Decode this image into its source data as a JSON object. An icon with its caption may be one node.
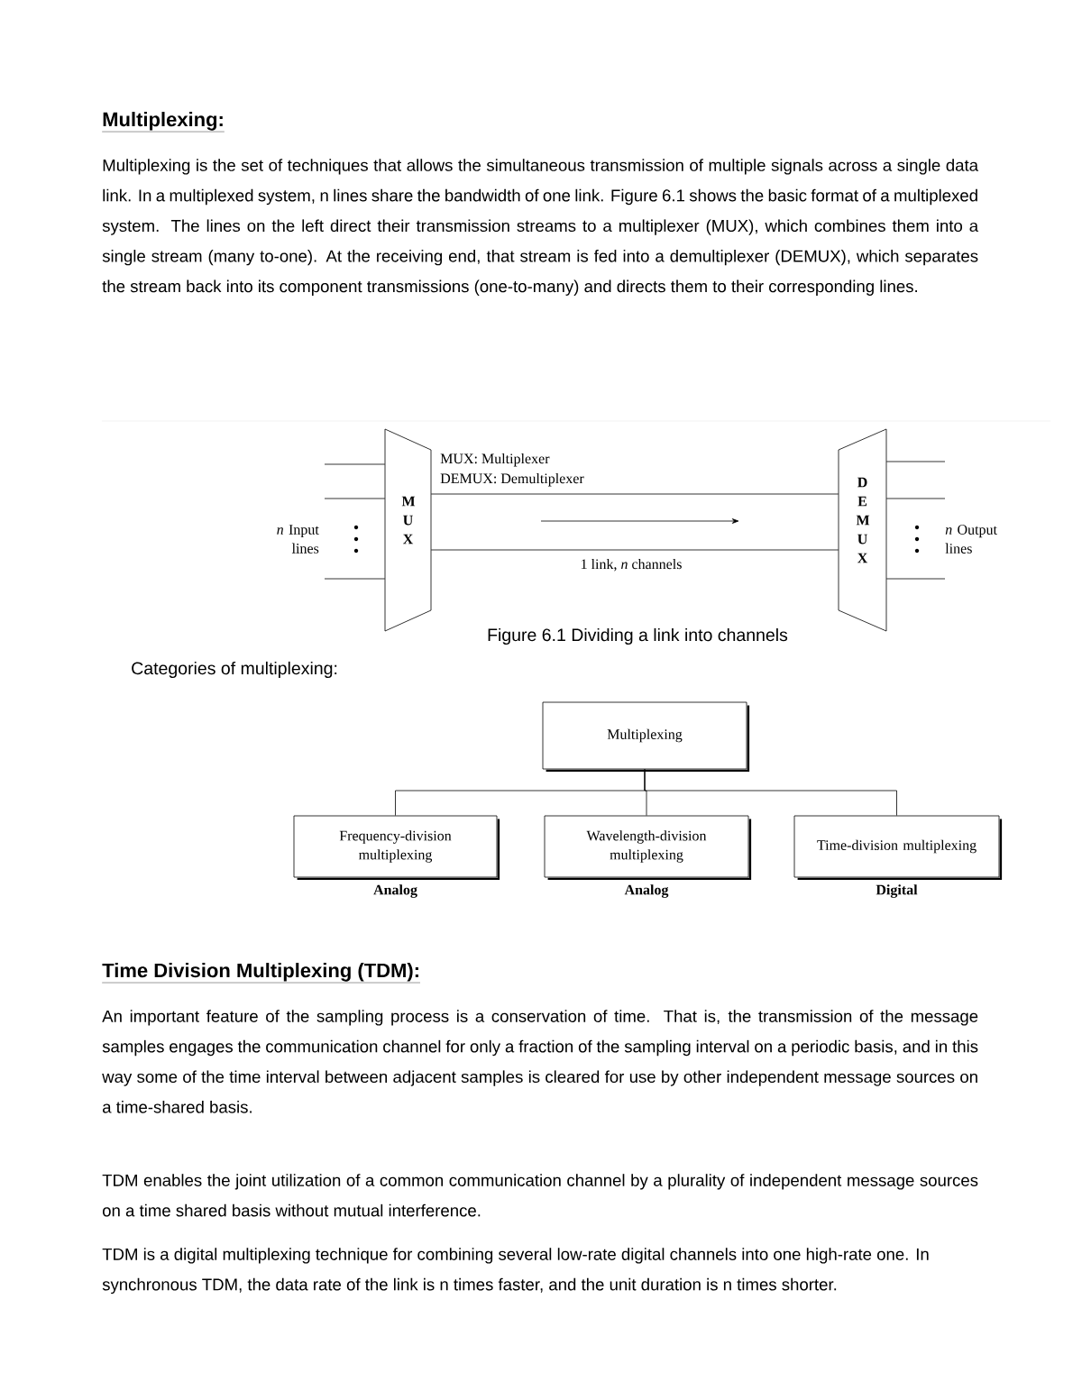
{
  "diagram": {
    "title": "Multiplexing:",
    "caption": "Figure 6.1 Dividing a link into channels",
    "nodes": [
      {
        "text": [
          "M U X"
        ]
      },
      {
        "text": [
          "D E M U X"
        ]
      },
      {
        "text": [
          "Multiplexing"
        ]
      },
      {
        "text": [
          "Frequency-division multiplexing"
        ],
        "beside": [
          "Analog"
        ]
      },
      {
        "text": [
          "Wavelength-division multiplexing"
        ],
        "beside": [
          "Analog"
        ]
      },
      {
        "text": [
          "Time-division multiplexing"
        ],
        "beside": [
          "Digital"
        ]
      }
    ],
    "edges": [
      {
        "from": null,
        "to": 0,
        "arrow": "none"
      },
      {
        "from": null,
        "to": 0,
        "arrow": "none"
      },
      {
        "from": null,
        "to": 0,
        "arrow": "none"
      },
      {
        "from": 0,
        "to": 1,
        "arrow": "none"
      },
      {
        "from": 0,
        "to": 1,
        "arrow": "none"
      },
      {
        "from": 1,
        "to": null,
        "arrow": "none"
      },
      {
        "from": 1,
        "to": null,
        "arrow": "none"
      },
      {
        "from": 1,
        "to": null,
        "arrow": "none"
      },
      {
        "from": 2,
        "to": 3,
        "arrow": "none"
      },
      {
        "from": 2,
        "to": 4,
        "arrow": "none"
      },
      {
        "from": 2,
        "to": 5,
        "arrow": "none"
      }
    ],
    "labels": [
      "Multiplexing is the set of techniques that allows the simultaneous transmission of multiple signals across a single data link. In a multiplexed system, n lines share the bandwidth of one link. Figure 6.1 shows the basic format of a multiplexed system. The lines on the left direct their transmission streams to a multiplexer (MUX), which combines them into a single stream (many to-one). At the receiving end, that stream is fed into a demultiplexer (DEMUX), which separates the stream back into its component transmissions (one-to-many) and directs them to their corresponding lines.",
      "MUX: Multiplexer",
      "DEMUX: Demultiplexer",
      "*n* Input lines",
      "1 link, *n* channels",
      "*n* Output lines",
      "Categories of multiplexing:",
      "Time Division Multiplexing (TDM):",
      "An important feature of the sampling process is a conservation of time. That is, the transmission of the message samples engages the communication channel for only a fraction of the sampling interval on a periodic basis, and in this way some of the time interval between adjacent samples is cleared for use by other independent message sources on a time-shared basis.",
      "TDM enables the joint utilization of a common communication channel by a plurality of independent message sources on a time shared basis without mutual interference.",
      "TDM is a digital multiplexing technique for combining several low-rate digital channels into one high-rate one. In synchronous TDM, the data rate of the link is n times faster, and the unit duration is n times shorter."
    ]
  }
}
